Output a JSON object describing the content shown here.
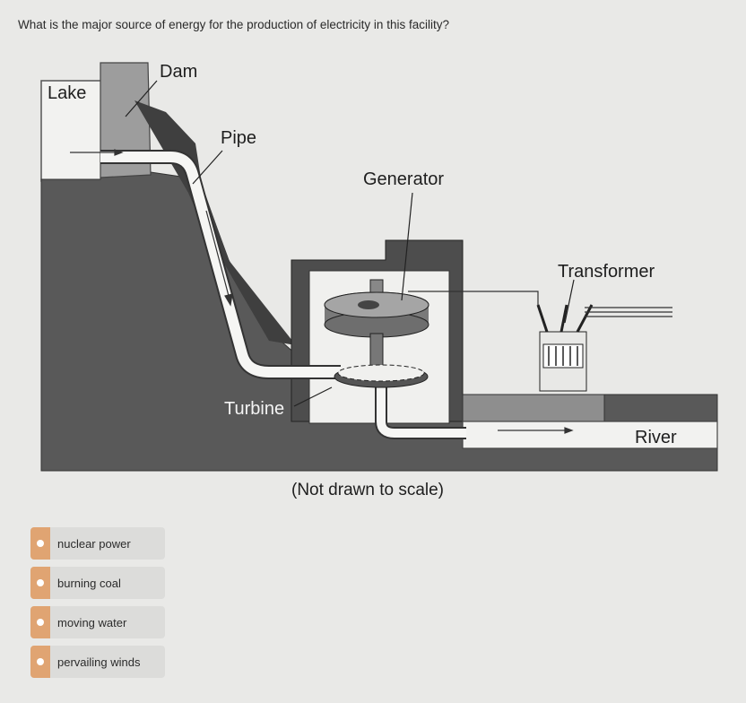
{
  "question": "What is the major source of energy for the production of electricity in this facility?",
  "diagram": {
    "labels": {
      "lake": "Lake",
      "dam": "Dam",
      "pipe": "Pipe",
      "generator": "Generator",
      "transformer": "Transformer",
      "turbine": "Turbine",
      "river": "River"
    },
    "caption": "(Not drawn to scale)"
  },
  "choices": [
    {
      "label": "nuclear power"
    },
    {
      "label": "burning coal"
    },
    {
      "label": "moving water"
    },
    {
      "label": "pervailing winds"
    }
  ],
  "colors": {
    "ground": "#565656",
    "dam": "#9a9a9a",
    "accent": "#e0a472"
  }
}
